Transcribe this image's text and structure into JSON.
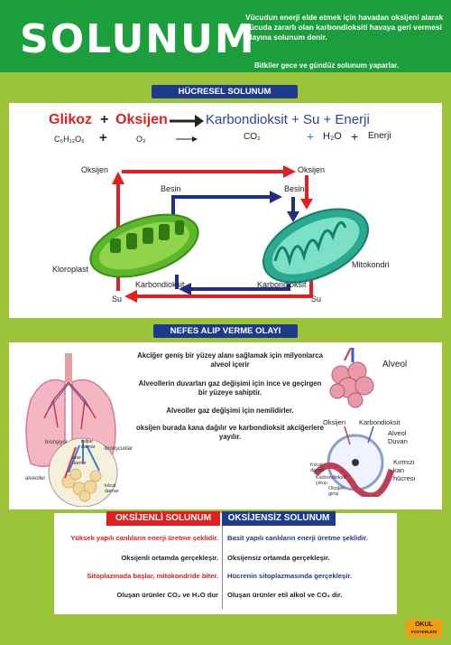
{
  "header": {
    "title": "SOLUNUM",
    "intro": "Vücudun enerji elde etmek için havadan oksijeni alarak vücuda zararlı olan karbondioksiti havaya geri vermesi olayına solunum denir.",
    "note": "Bitkiler gece ve gündüz solunum yaparlar."
  },
  "cellular": {
    "heading": "HÜCRESEL SOLUNUM",
    "eq_glikoz": "Glikoz",
    "eq_plus": "+",
    "eq_oksijen": "Oksijen",
    "eq_products": "Karbondioksit + Su + Enerji",
    "f_glucose": "C₆H₁₂O₆",
    "f_o2": "O₂",
    "f_co2": "CO₂",
    "f_h2o": "H₂O",
    "f_energy": "Enerji",
    "lbl_oksijen": "Oksijen",
    "lbl_besin": "Besin",
    "lbl_kloroplast": "Kloroplast",
    "lbl_mitokondri": "Mitokondri",
    "lbl_karbondioksit": "Karbondioksit",
    "lbl_su": "Su"
  },
  "breathing": {
    "heading": "NEFES ALIP VERME OLAYI",
    "b1": "Akciğer geniş bir yüzey alanı sağlamak için milyonlarca alveol içerir",
    "b2": "Alveollerin duvarları gaz değişimi için ince ve geçirgen bir yüzeye sahiptir.",
    "b3": "Alveoller gaz değişimi için nemlidirler.",
    "b4": "oksijen burada kana dağılır ve karbondioksit akciğerlere yayılır.",
    "lbl_alveol": "Alveol",
    "lbl_oksijen": "Oksijen",
    "lbl_karbondioksit": "Karbondioksit",
    "lbl_alveol_duvari": "Alveol Duvarı",
    "lbl_kirmizi": "Kırmızı kan hücresi",
    "lbl_bronsiyol": "bronşiyol",
    "lbl_tiljlar": "tüljlar damar",
    "lbl_bronscuklar": "bronşcuklar",
    "lbl_atar": "atar damar",
    "lbl_alveoller": "alveoller",
    "lbl_kilcal": "kılcal damar",
    "lbl_kilcal2": "Kılcal damar",
    "lbl_karbon_cikisi": "Karbondioksit çıkışı",
    "lbl_oksijen_girisi": "Oksijen girişi"
  },
  "table": {
    "aerobic_heading": "OKSİJENLİ SOLUNUM",
    "anaerobic_heading": "OKSİJENSİZ SOLUNUM",
    "rows": [
      {
        "left": "Yüksek yapılı canlıların enerji üretme şeklidir.",
        "right": "Basit yapılı canlıların enerji üretme şeklidir."
      },
      {
        "left": "Oksijenli ortamda gerçekleşir.",
        "right": "Oksijensiz ortamda gerçekleşir."
      },
      {
        "left": "Sitoplazmada başlar, mitokondride biter.",
        "right": "Hücrenin sitoplazmasında gerçekleşir."
      },
      {
        "left": "Oluşan ürünler CO₂ ve H₂O dur",
        "right": "Oluşan ürünler etil alkol ve CO₂  dir."
      }
    ]
  },
  "logo": {
    "line1": "OKUL",
    "line2": "POSTERLERİ"
  },
  "colors": {
    "green": "#1c9e3c",
    "lime": "#9cc43a",
    "navy": "#1e3a8c",
    "red": "#e02020",
    "blue": "#3a5bd9"
  }
}
